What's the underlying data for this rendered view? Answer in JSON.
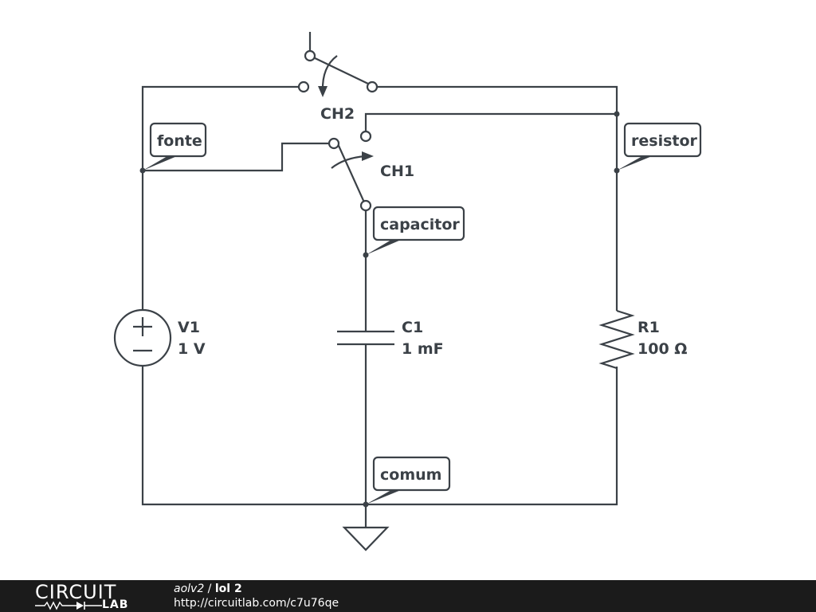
{
  "components": {
    "v1": {
      "name": "V1",
      "value": "1 V"
    },
    "c1": {
      "name": "C1",
      "value": "1 mF"
    },
    "r1": {
      "name": "R1",
      "value": "100 Ω"
    },
    "ch1": {
      "name": "CH1"
    },
    "ch2": {
      "name": "CH2"
    }
  },
  "net_labels": {
    "fonte": "fonte",
    "resistor": "resistor",
    "capacitor": "capacitor",
    "comum": "comum"
  },
  "footer": {
    "logo_top": "CIRCUIT",
    "logo_bottom": "LAB",
    "user": "aolv2",
    "separator": " / ",
    "title": "lol 2",
    "url": "http://circuitlab.com/c7u76qe"
  },
  "colors": {
    "wire": "#3b4147",
    "footer_bg": "#1b1b1b"
  }
}
